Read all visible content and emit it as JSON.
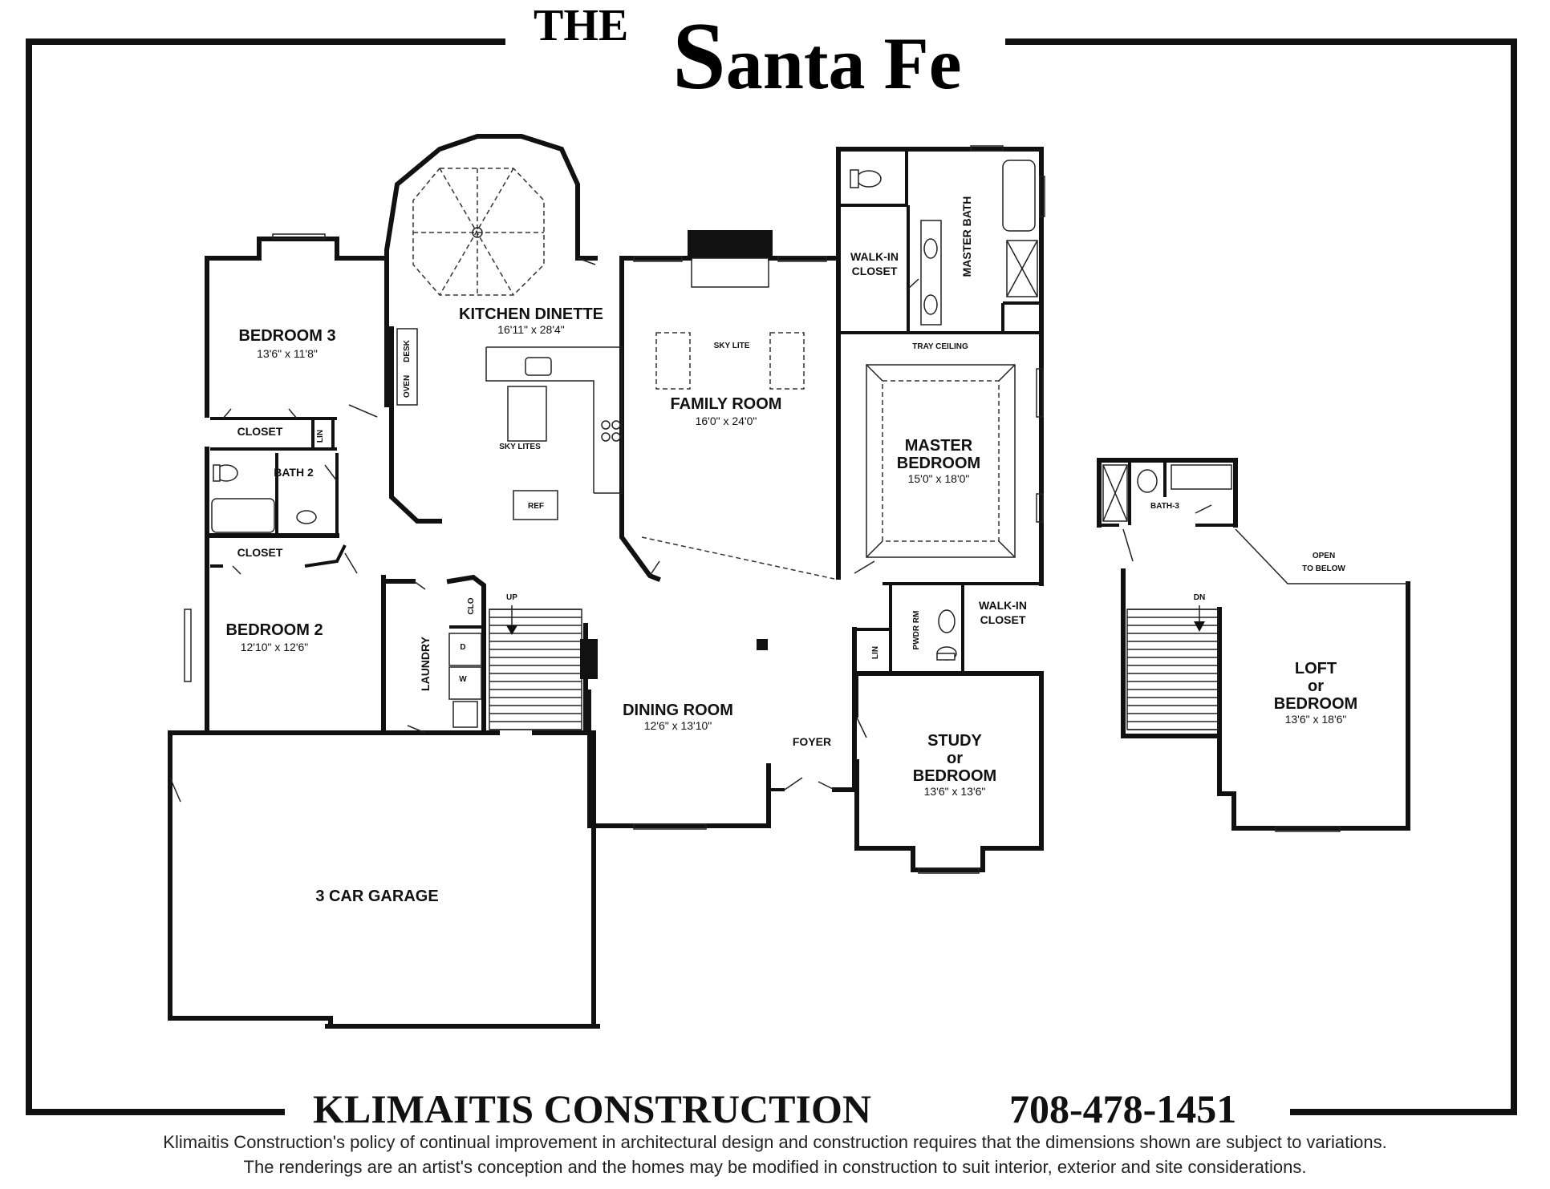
{
  "title": {
    "prefix": "THE",
    "main_initial": "S",
    "main_rest": "anta Fe"
  },
  "rooms": {
    "bedroom3": {
      "name": "BEDROOM 3",
      "dims": "13'6\" x 11'8\""
    },
    "kitchen": {
      "name": "KITCHEN DINETTE",
      "dims": "16'11\" x 28'4\""
    },
    "family": {
      "name": "FAMILY ROOM",
      "dims": "16'0\" x 24'0\""
    },
    "master": {
      "name_line1": "MASTER",
      "name_line2": "BEDROOM",
      "dims": "15'0\" x 18'0\""
    },
    "bedroom2": {
      "name": "BEDROOM 2",
      "dims": "12'10\" x 12'6\""
    },
    "dining": {
      "name": "DINING ROOM",
      "dims": "12'6\" x 13'10\""
    },
    "study": {
      "name_line1": "STUDY",
      "name_line2": "or",
      "name_line3": "BEDROOM",
      "dims": "13'6\" x 13'6\""
    },
    "loft": {
      "name_line1": "LOFT",
      "name_line2": "or",
      "name_line3": "BEDROOM",
      "dims": "13'6\" x 18'6\""
    },
    "garage": {
      "name": "3 CAR GARAGE"
    }
  },
  "labels": {
    "closet_b3": "CLOSET",
    "lin_1": "LIN",
    "bath2": "BATH 2",
    "closet_b2": "CLOSET",
    "walkin_1_l1": "WALK-IN",
    "walkin_1_l2": "CLOSET",
    "master_bath": "MASTER BATH",
    "tray": "TRAY CEILING",
    "laundry": "LAUNDRY",
    "clo": "CLO",
    "up": "UP",
    "foyer": "FOYER",
    "pwdr": "PWDR RM",
    "lin_2": "LIN",
    "walkin_2_l1": "WALK-IN",
    "walkin_2_l2": "CLOSET",
    "bath3": "BATH-3",
    "open_l1": "OPEN",
    "open_l2": "TO BELOW",
    "dn": "DN",
    "ref": "REF",
    "desk": "DESK",
    "oven": "OVEN",
    "w": "W",
    "d": "D",
    "sky": "SKY LITES",
    "sky2": "SKY LITE"
  },
  "footer": {
    "company": "KLIMAITIS CONSTRUCTION",
    "phone": "708-478-1451",
    "line1": "Klimaitis Construction's policy of continual improvement in architectural design and construction requires that the dimensions shown are subject to variations.",
    "line2": "The renderings are an artist's conception and the homes may be modified in construction to suit interior, exterior and site considerations."
  }
}
